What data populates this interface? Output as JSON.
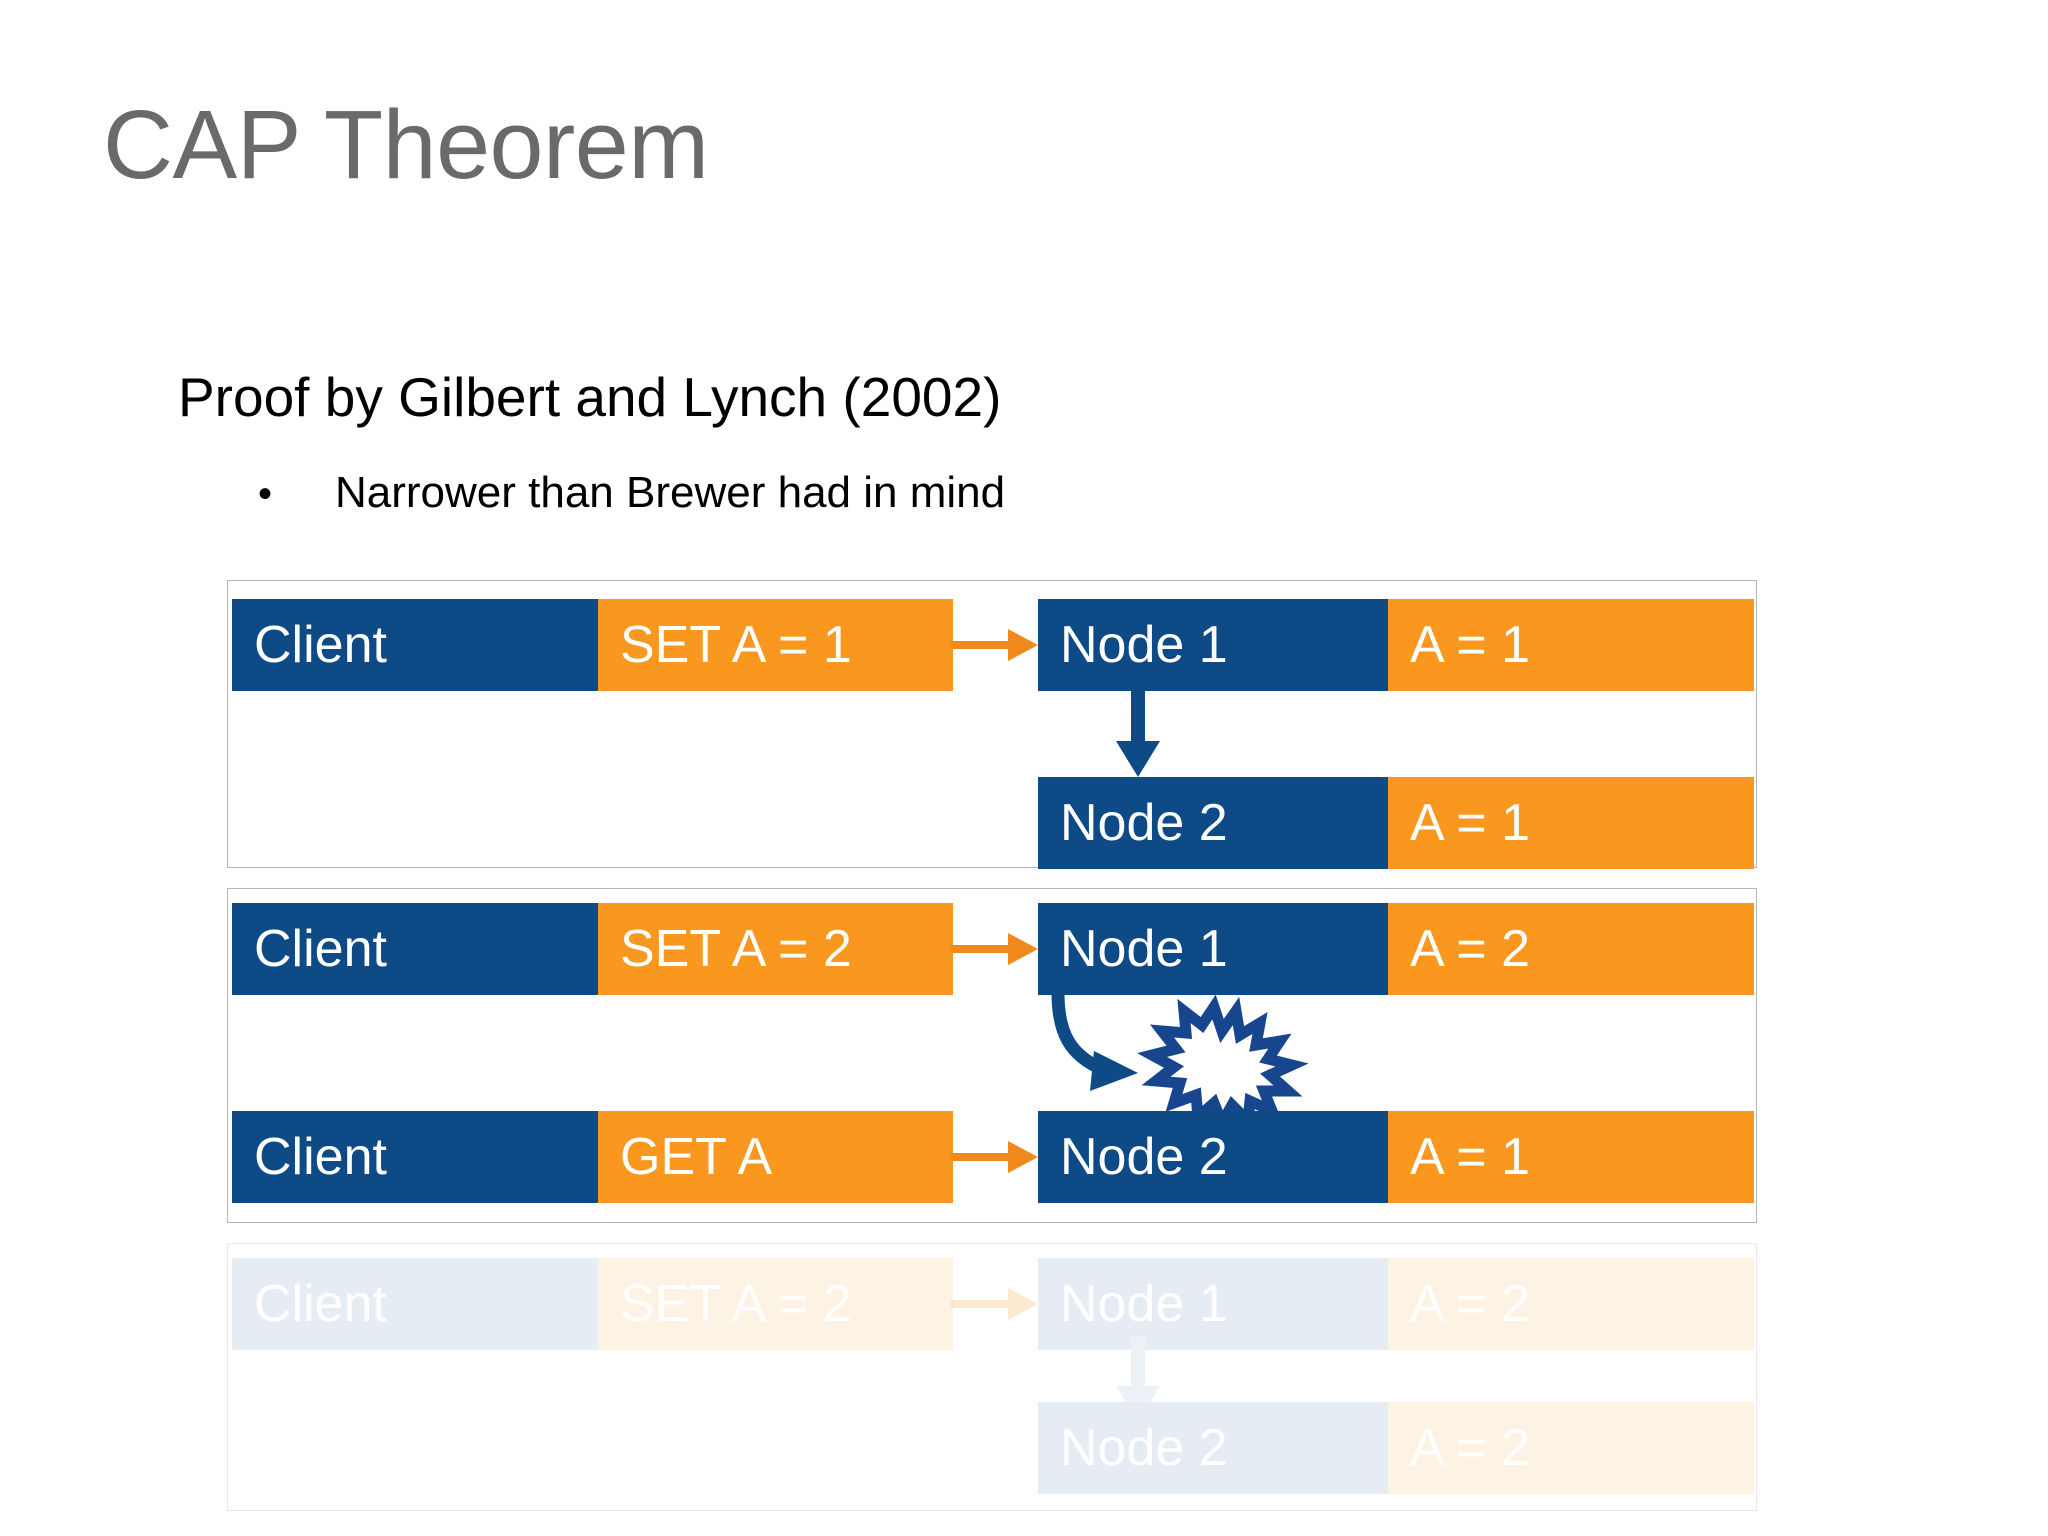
{
  "slide": {
    "title": "CAP Theorem",
    "body_heading": "Proof by Gilbert and Lynch (2002)",
    "bullet_marker": "•",
    "bullet_text": "Narrower than Brewer had in mind"
  },
  "colors": {
    "title_gray": "#6a6a6a",
    "node_blue": "#0d4a86",
    "value_orange": "#f9971e",
    "faded_blue": "#aec3d8",
    "faded_orange": "#fbd9ab",
    "panel_border": "#b5b5b5",
    "text_white": "#ffffff",
    "body_black": "#000000"
  },
  "diagram": {
    "panels": [
      {
        "id": "panel-1",
        "faded": false,
        "rows": [
          {
            "client": "Client",
            "command": "SET A = 1",
            "node": "Node 1",
            "value": "A = 1",
            "arrow_h": "arrow-right-orange",
            "arrow_v": "arrow-down-blue"
          },
          {
            "client": "",
            "command": "",
            "node": "Node 2",
            "value": "A = 1",
            "arrow_h": "",
            "arrow_v": ""
          }
        ]
      },
      {
        "id": "panel-2",
        "faded": false,
        "rows": [
          {
            "client": "Client",
            "command": "SET A = 2",
            "node": "Node 1",
            "value": "A = 2",
            "arrow_h": "arrow-right-orange",
            "arrow_v": "arrow-curved-blue-blocked"
          },
          {
            "client": "Client",
            "command": "GET A",
            "node": "Node 2",
            "value": "A = 1",
            "arrow_h": "arrow-right-orange",
            "arrow_v": ""
          }
        ],
        "partition_marker": "starburst-icon"
      },
      {
        "id": "panel-3",
        "faded": true,
        "rows": [
          {
            "client": "Client",
            "command": "SET A = 2",
            "node": "Node 1",
            "value": "A = 2",
            "arrow_h": "arrow-right-orange",
            "arrow_v": "arrow-down-blue"
          },
          {
            "client": "",
            "command": "",
            "node": "Node 2",
            "value": "A = 2",
            "arrow_h": "",
            "arrow_v": ""
          }
        ]
      }
    ]
  }
}
